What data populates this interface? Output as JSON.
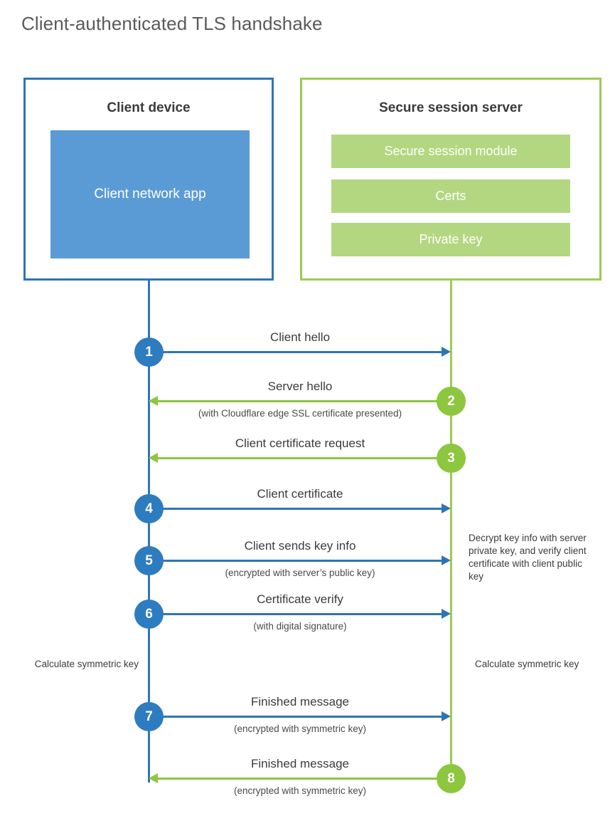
{
  "title": "Client-authenticated TLS handshake",
  "colors": {
    "client_accent": "#2e75b6",
    "client_badge": "#2e7cc0",
    "client_block": "#5b9bd5",
    "server_accent": "#9ccb54",
    "server_badge": "#8dc63f",
    "server_block": "#b3d780",
    "text": "#3b3b3b",
    "title_text": "#5a5a5a",
    "background": "#ffffff"
  },
  "client": {
    "title": "Client device",
    "app_label": "Client network app"
  },
  "server": {
    "title": "Secure session server",
    "blocks": [
      {
        "label": "Secure session module"
      },
      {
        "label": "Certs"
      },
      {
        "label": "Private key"
      }
    ]
  },
  "steps": [
    {
      "number": "1",
      "label": "Client hello",
      "sublabel": "",
      "direction": "right",
      "side": "client"
    },
    {
      "number": "2",
      "label": "Server hello",
      "sublabel": "(with Cloudflare edge SSL certificate presented)",
      "direction": "left",
      "side": "server"
    },
    {
      "number": "3",
      "label": "Client certificate request",
      "sublabel": "",
      "direction": "left",
      "side": "server"
    },
    {
      "number": "4",
      "label": "Client certificate",
      "sublabel": "",
      "direction": "right",
      "side": "client"
    },
    {
      "number": "5",
      "label": "Client sends key info",
      "sublabel": "(encrypted with server’s public key)",
      "direction": "right",
      "side": "client"
    },
    {
      "number": "6",
      "label": "Certificate verify",
      "sublabel": "(with digital signature)",
      "direction": "right",
      "side": "client"
    },
    {
      "number": "7",
      "label": "Finished message",
      "sublabel": "(encrypted with symmetric key)",
      "direction": "right",
      "side": "client"
    },
    {
      "number": "8",
      "label": "Finished message",
      "sublabel": "(encrypted with symmetric key)",
      "direction": "left",
      "side": "server"
    }
  ],
  "notes": {
    "server_decrypt": "Decrypt key info with server private key, and verify client certificate with client public key",
    "client_calculate": "Calculate symmetric key",
    "server_calculate": "Calculate symmetric key"
  }
}
